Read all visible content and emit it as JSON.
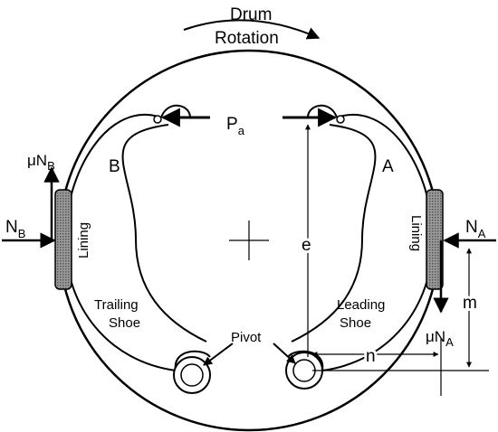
{
  "labels": {
    "drum": "Drum",
    "rotation": "Rotation",
    "pa_main": "P",
    "pa_sub": "a",
    "shoe_b": "B",
    "shoe_a": "A",
    "mu_nb_mu": "μN",
    "mu_nb_sub": "B",
    "nb_main": "N",
    "nb_sub": "B",
    "na_main": "N",
    "na_sub": "A",
    "mu_na_mu": "μN",
    "mu_na_sub": "A",
    "lining_left": "Lining",
    "lining_right": "Lining",
    "e": "e",
    "m": "m",
    "n": "n",
    "trailing_1": "Trailing",
    "trailing_2": "Shoe",
    "leading_1": "Leading",
    "leading_2": "Shoe",
    "pivot": "Pivot"
  },
  "colors": {
    "ink": "#000000",
    "lining_fill": "#8c8c8c",
    "background": "#ffffff"
  }
}
